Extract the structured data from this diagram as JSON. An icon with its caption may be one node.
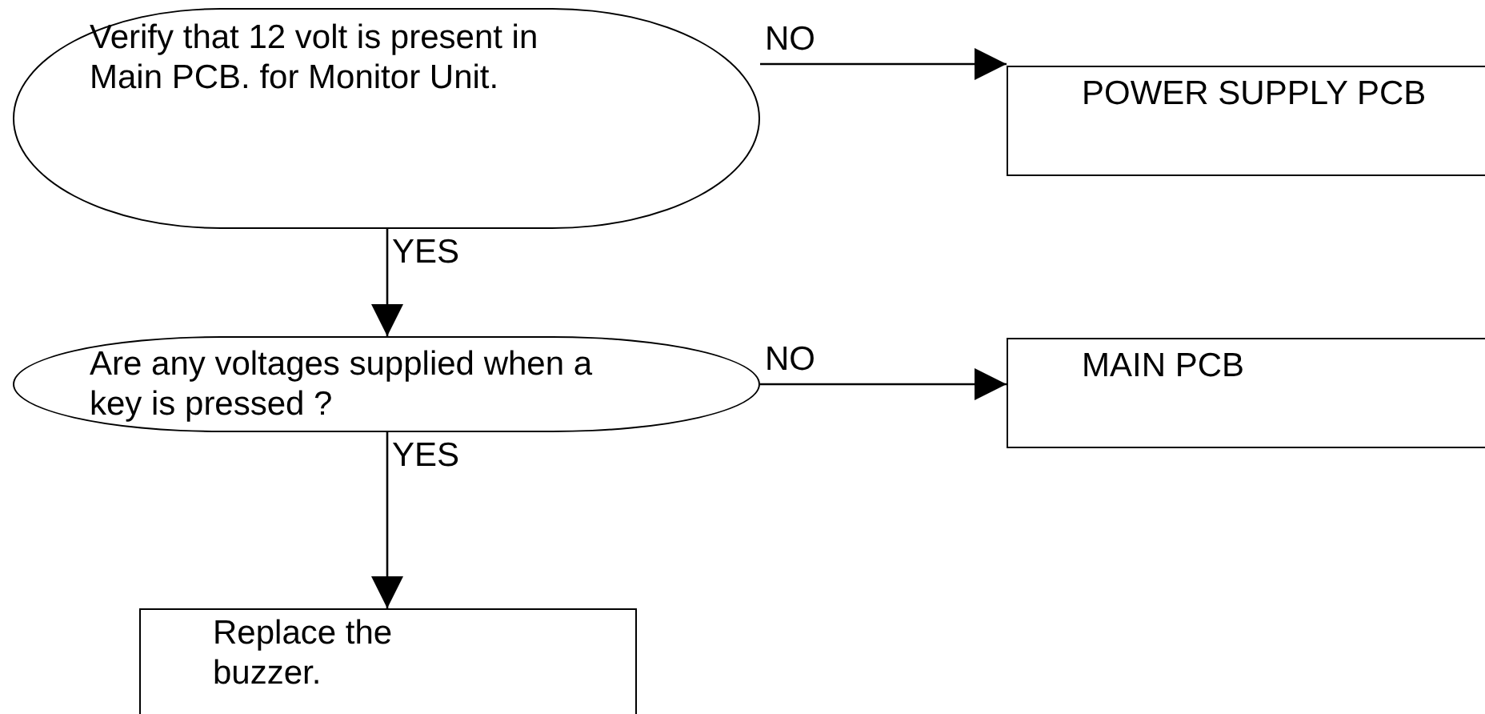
{
  "diagram": {
    "nodes": [
      {
        "text": [
          "Verify that 12 volt is present in Main PCB. for Monitor Unit."
        ]
      },
      {
        "text": [
          "Are any voltages supplied when a key is pressed ?"
        ]
      },
      {
        "text": [
          "POWER SUPPLY PCB"
        ]
      },
      {
        "text": [
          "MAIN PCB"
        ]
      },
      {
        "text": [
          "Replace the buzzer."
        ]
      }
    ],
    "edges": [
      {
        "from": 0,
        "to": 2,
        "arrow": "to",
        "label": "NO"
      },
      {
        "from": 0,
        "to": 1,
        "arrow": "to",
        "label": "YES"
      },
      {
        "from": 1,
        "to": 3,
        "arrow": "to",
        "label": "NO"
      },
      {
        "from": 1,
        "to": 4,
        "arrow": "to",
        "label": "YES"
      }
    ]
  }
}
